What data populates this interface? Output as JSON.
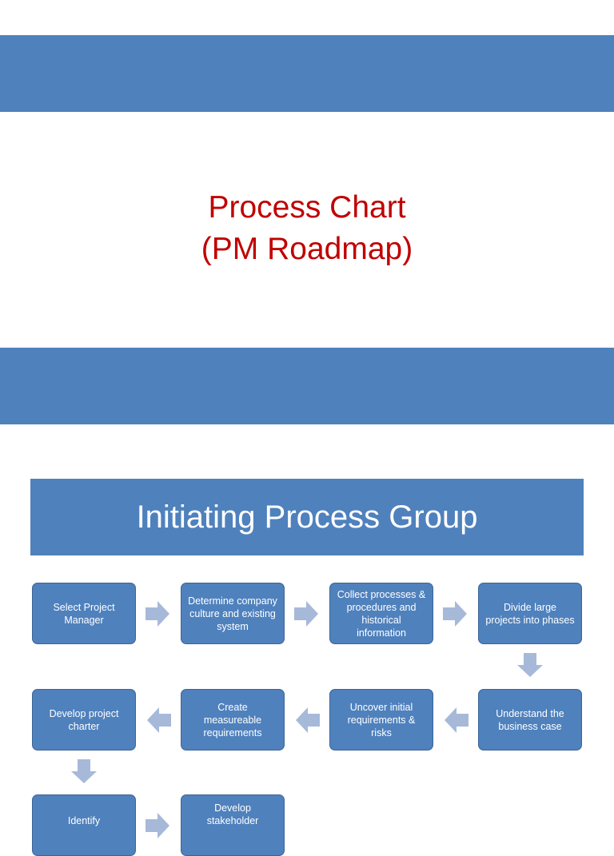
{
  "slide": {
    "title_line1": "Process Chart",
    "title_line2": "(PM Roadmap)"
  },
  "process_group": {
    "title": "Initiating Process Group",
    "steps": [
      "Select Project Manager",
      "Determine company culture and existing system",
      "Collect processes & procedures and historical information",
      "Divide large projects into phases",
      "Understand the business case",
      "Uncover initial requirements & risks",
      "Create measureable requirements",
      "Develop project charter",
      "Identify",
      "Develop stakeholder"
    ]
  },
  "colors": {
    "band": "#4F81BD",
    "title_text": "#C00000",
    "arrow": "#A7B9D9"
  }
}
